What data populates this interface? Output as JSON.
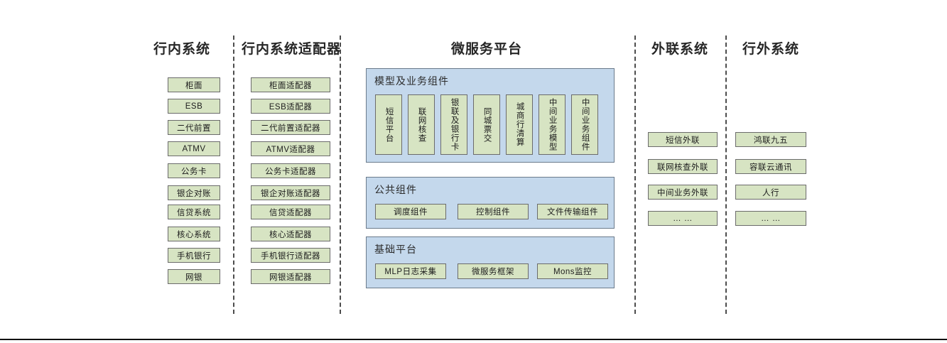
{
  "diagram": {
    "columns": [
      {
        "id": "in-bank-systems",
        "title": "行内系统",
        "items": [
          {
            "label": "柜面"
          },
          {
            "label": "ESB"
          },
          {
            "label": "二代前置"
          },
          {
            "label": "ATMV"
          },
          {
            "label": "公务卡"
          },
          {
            "label": "银企对账"
          },
          {
            "label": "信贷系统"
          },
          {
            "label": "核心系统"
          },
          {
            "label": "手机银行"
          },
          {
            "label": "网银"
          }
        ]
      },
      {
        "id": "in-bank-adapters",
        "title": "行内系统适配器",
        "items": [
          {
            "label": "柜面适配器"
          },
          {
            "label": "ESB适配器"
          },
          {
            "label": "二代前置适配器"
          },
          {
            "label": "ATMV适配器"
          },
          {
            "label": "公务卡适配器"
          },
          {
            "label": "银企对账适配器"
          },
          {
            "label": "信贷适配器"
          },
          {
            "label": "核心适配器"
          },
          {
            "label": "手机银行适配器"
          },
          {
            "label": "网银适配器"
          }
        ]
      },
      {
        "id": "microservice-platform",
        "title": "微服务平台",
        "panels": [
          {
            "id": "model-and-business-components",
            "title": "模型及业务组件",
            "orientation": "vertical",
            "items": [
              {
                "label": "短信平台"
              },
              {
                "label": "联网核查"
              },
              {
                "label": "银联及银行卡"
              },
              {
                "label": "同城票交"
              },
              {
                "label": "城商行清算"
              },
              {
                "label": "中间业务模型"
              },
              {
                "label": "中间业务组件"
              }
            ]
          },
          {
            "id": "public-components",
            "title": "公共组件",
            "orientation": "horizontal",
            "items": [
              {
                "label": "调度组件"
              },
              {
                "label": "控制组件"
              },
              {
                "label": "文件传输组件"
              }
            ]
          },
          {
            "id": "base-platform",
            "title": "基础平台",
            "orientation": "horizontal",
            "items": [
              {
                "label": "MLP日志采集"
              },
              {
                "label": "微服务框架"
              },
              {
                "label": "Mons监控"
              }
            ]
          }
        ]
      },
      {
        "id": "external-link-systems",
        "title": "外联系统",
        "items": [
          {
            "label": "短信外联"
          },
          {
            "label": "联网核查外联"
          },
          {
            "label": "中间业务外联"
          },
          {
            "label": "… …"
          }
        ]
      },
      {
        "id": "out-of-bank-systems",
        "title": "行外系统",
        "items": [
          {
            "label": "鸿联九五"
          },
          {
            "label": "容联云通讯"
          },
          {
            "label": "人行"
          },
          {
            "label": "… …"
          }
        ]
      }
    ],
    "colors": {
      "node_fill": "#d7e4c3",
      "node_border": "#6b6b6b",
      "panel_fill": "#c4d8ec",
      "panel_border": "#6b7b8c",
      "separator": "#4d4d4d",
      "text": "#1d1d1d",
      "background": "#ffffff"
    }
  }
}
